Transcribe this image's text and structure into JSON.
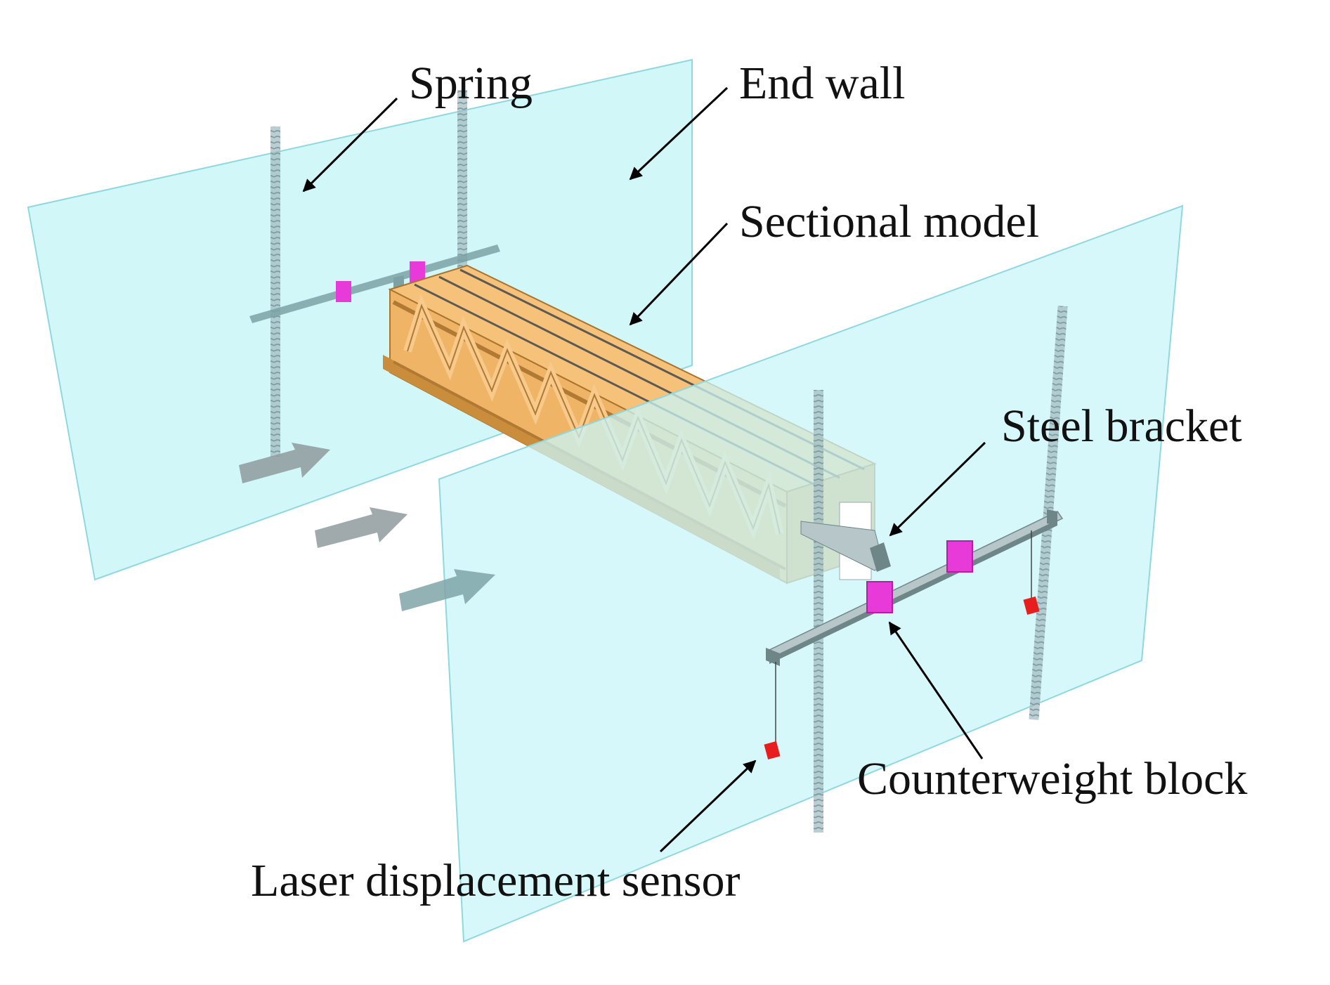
{
  "labels": {
    "spring": "Spring",
    "end_wall": "End wall",
    "sectional_model": "Sectional model",
    "steel_bracket": "Steel bracket",
    "counterweight_block": "Counterweight block",
    "laser_displacement_sensor": "Laser displacement sensor"
  },
  "colors": {
    "wall_fill": "#c9f6f8",
    "wall_stroke": "#8fd8df",
    "model_fill": "#f0b466",
    "model_dark": "#c98d3c",
    "bracket_light": "#b7c6c8",
    "bracket_dark": "#6f8688",
    "spring": "#9fb9bd",
    "counterweight": "#e83ad8",
    "sensor": "#e81d1d",
    "wind_arrow": "#8f9a9c",
    "leader_arrow": "#000000"
  },
  "icons": {
    "wind_arrows": "wind-direction-arrow",
    "leaders": "leader-arrow"
  }
}
